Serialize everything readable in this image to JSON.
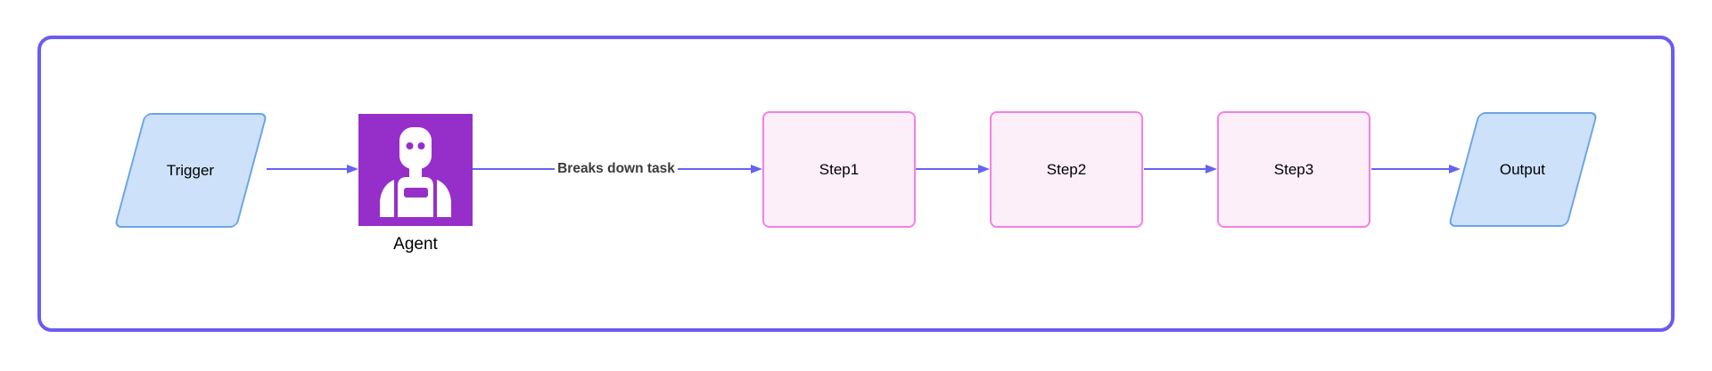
{
  "diagram": {
    "title": "agent-task-flow",
    "container": {
      "border_color": "#6a5cf0"
    },
    "nodes": {
      "trigger": {
        "label": "Trigger",
        "shape": "parallelogram",
        "fill": "#cde1fa",
        "border": "#6ba4e7"
      },
      "agent": {
        "label": "Agent",
        "shape": "icon-square",
        "icon": "robot-icon",
        "fill": "#962fc9",
        "icon_color": "#ffffff"
      },
      "step1": {
        "label": "Step1",
        "shape": "rounded-rect",
        "fill": "#fdeffa",
        "border": "#f87fe2"
      },
      "step2": {
        "label": "Step2",
        "shape": "rounded-rect",
        "fill": "#fdeffa",
        "border": "#f87fe2"
      },
      "step3": {
        "label": "Step3",
        "shape": "rounded-rect",
        "fill": "#fdeffa",
        "border": "#f87fe2"
      },
      "output": {
        "label": "Output",
        "shape": "parallelogram",
        "fill": "#cde1fa",
        "border": "#6ba4e7"
      }
    },
    "edges": {
      "trigger_to_agent": {
        "label": ""
      },
      "agent_to_step1": {
        "label": "Breaks down task"
      },
      "step1_to_step2": {
        "label": ""
      },
      "step2_to_step3": {
        "label": ""
      },
      "step3_to_output": {
        "label": ""
      }
    },
    "colors": {
      "arrow": "#6363f2",
      "node_text": "#000000",
      "edge_label_text": "#3b3b3b",
      "background": "#ffffff"
    }
  }
}
